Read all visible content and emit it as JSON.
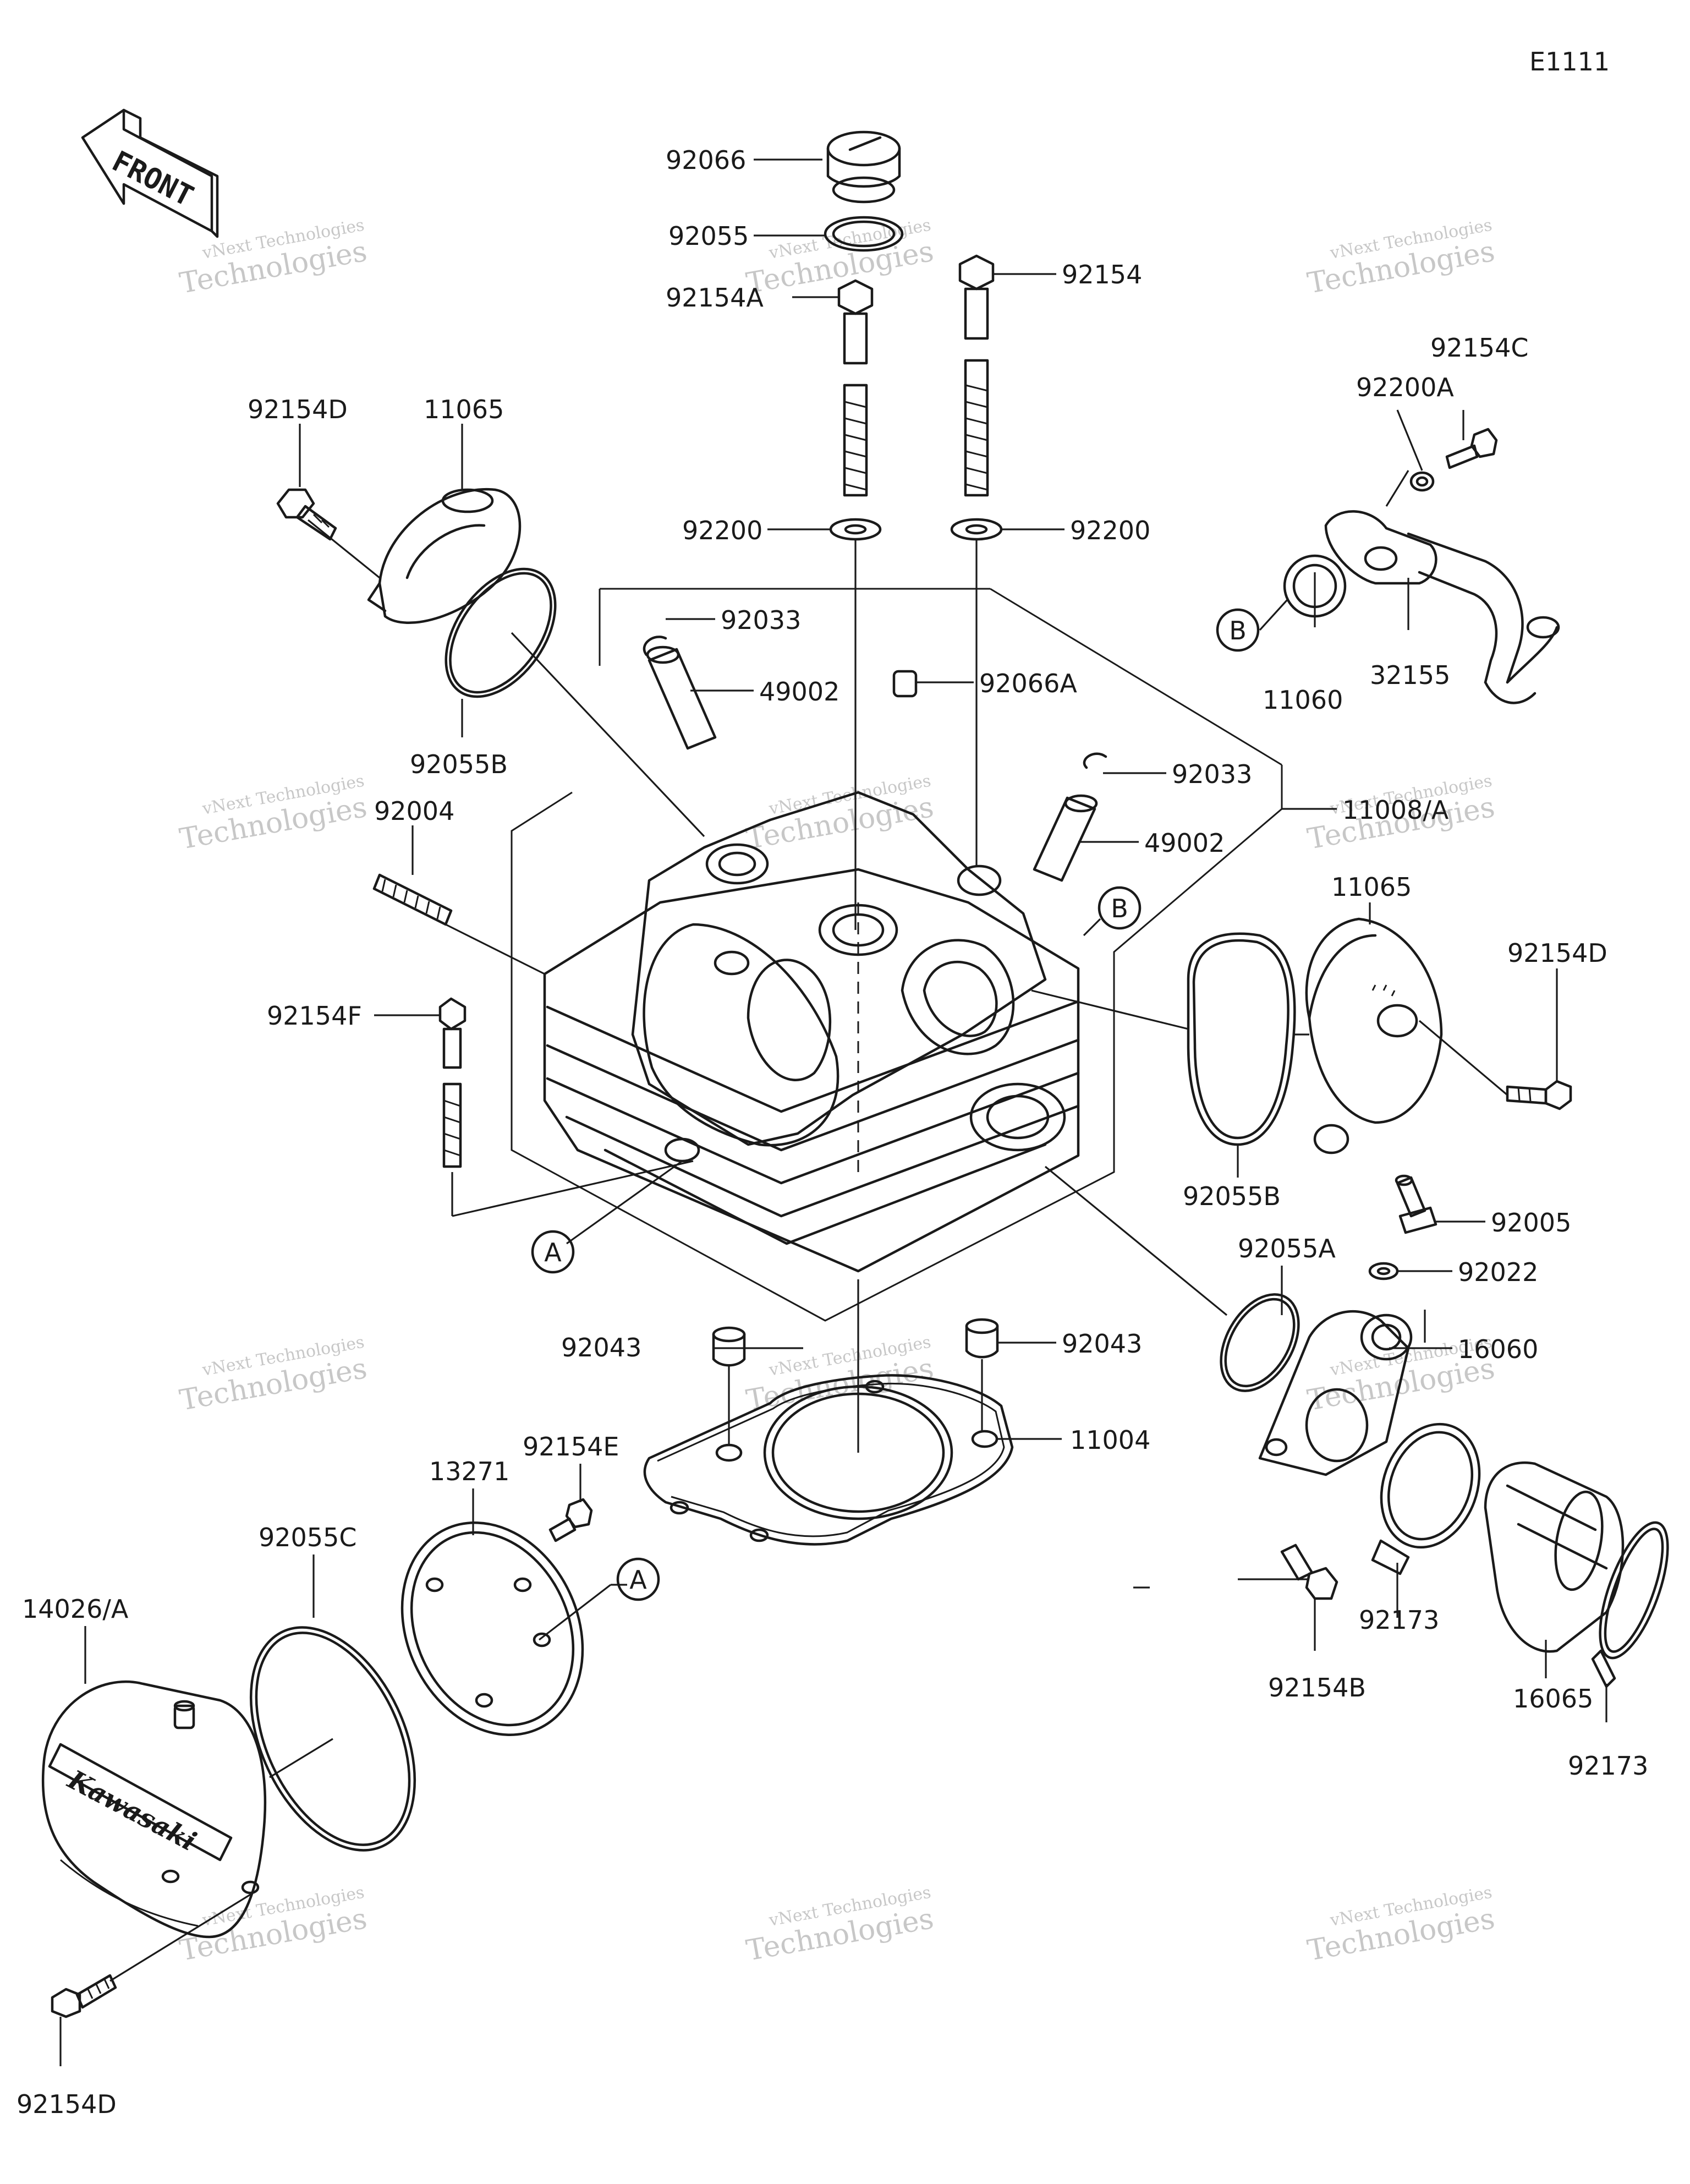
{
  "diagram_code": "E1111",
  "front_label": "FRONT",
  "brand_text": "Kawasaki",
  "watermark_line1": "vNext Technologies",
  "watermark_line2": "Technologies",
  "callouts": {
    "A": "A",
    "B": "B"
  },
  "labels": {
    "p92066": "92066",
    "p92055": "92055",
    "p92154A": "92154A",
    "p92154": "92154",
    "p92154C": "92154C",
    "p92200A": "92200A",
    "p92154D_tl": "92154D",
    "p11065_tl": "11065",
    "p92200_l": "92200",
    "p92200_r": "92200",
    "p92033_t": "92033",
    "p49002_t": "49002",
    "p92066A": "92066A",
    "p11060": "11060",
    "p32155": "32155",
    "p92055B_l": "92055B",
    "p92004": "92004",
    "p92033_m": "92033",
    "p11008A": "11008/A",
    "p49002_m": "49002",
    "p11065_r": "11065",
    "p92154D_r": "92154D",
    "p92154F": "92154F",
    "p92055B_r": "92055B",
    "p92005": "92005",
    "p92055A": "92055A",
    "p92022": "92022",
    "p92043_l": "92043",
    "p92043_r": "92043",
    "p16060": "16060",
    "p11004": "11004",
    "p92154E": "92154E",
    "p13271": "13271",
    "p92055C": "92055C",
    "p14026A": "14026/A",
    "p92173_a": "92173",
    "p92154B": "92154B",
    "p16065": "16065",
    "p92173_b": "92173",
    "p92154D_bl": "92154D"
  }
}
